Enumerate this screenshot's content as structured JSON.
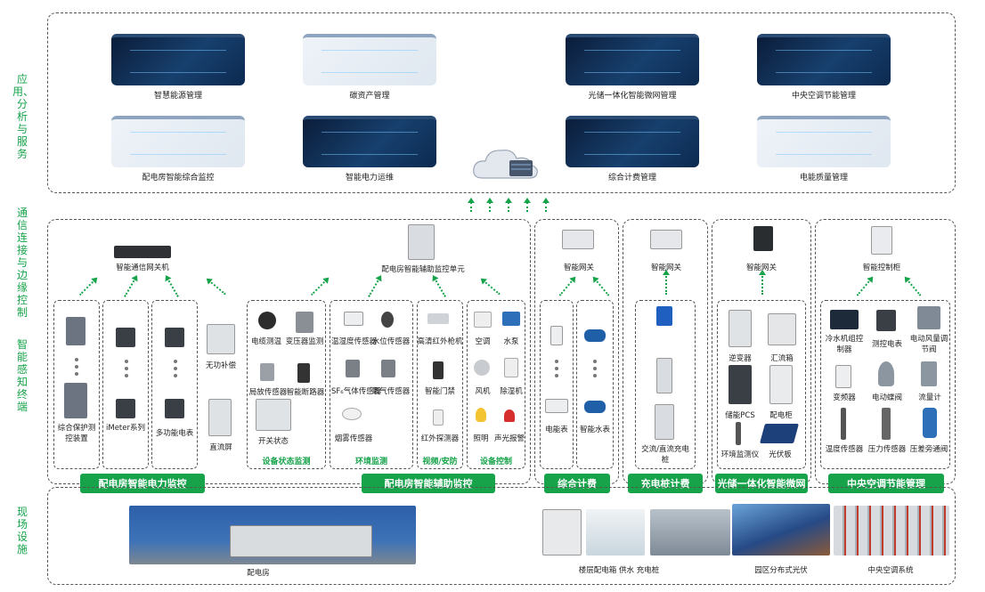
{
  "layers": {
    "app": "应用、分析与服务",
    "comm": "通信连接与边缘控制",
    "sense": "智能感知终端",
    "field": "现场设施"
  },
  "apps": [
    "智慧能源管理",
    "碳资产管理",
    "光储一体化智能微网管理",
    "中央空调节能管理",
    "配电房智能综合监控",
    "智能电力运维",
    "综合计费管理",
    "电能质量管理"
  ],
  "gateways": {
    "comm_gateway": "智能通信网关机",
    "aux_unit": "配电房智能辅助监控单元",
    "gw_billing": "智能网关",
    "gw_charge": "智能网关",
    "gw_micro": "智能网关",
    "ctrl_cabinet": "智能控制柜"
  },
  "power_devices": {
    "comprehensive": "综合保护测控装置",
    "imeter": "iMeter系列",
    "multimeter": "多功能电表",
    "reactive": "无功补偿",
    "dc_panel": "直流屏"
  },
  "status_devices": [
    "电缆测温",
    "变压器监测",
    "局放传感器",
    "智能断路器",
    "开关状态"
  ],
  "status_title": "设备状态监测",
  "env_devices": [
    "温湿度传感器",
    "水位传感器",
    "SF₆气体传感器",
    "氧气传感器",
    "烟雾传感器"
  ],
  "env_title": "环境监测",
  "video_devices": [
    "高清红外枪机",
    "智能门禁",
    "红外探测器"
  ],
  "video_title": "视频/安防",
  "control_devices": [
    "空调",
    "水泵",
    "风机",
    "除湿机",
    "照明",
    "声光报警"
  ],
  "control_title": "设备控制",
  "billing_devices": [
    "电能表",
    "智能水表"
  ],
  "charge_devices": "交流/直流充电桩",
  "micro_devices": [
    "逆变器",
    "汇流箱",
    "储能PCS",
    "配电柜",
    "环境监测仪",
    "光伏板"
  ],
  "hvac_devices": [
    "冷水机组控制器",
    "测控电表",
    "电动风量调节阀",
    "变频器",
    "电动蝶阀",
    "流量计",
    "温度传感器",
    "压力传感器",
    "压差旁通阀"
  ],
  "bands": [
    "配电房智能电力监控",
    "配电房智能辅助监控",
    "综合计费",
    "充电桩计费",
    "光储一体化智能微网",
    "中央空调节能管理"
  ],
  "field": {
    "room": "配电房",
    "billing": "楼层配电箱 供水 充电桩",
    "pv": "园区分布式光伏",
    "hvac": "中央空调系统"
  },
  "colors": {
    "accent": "#16a34a",
    "dark_screen": "#0b1d3a"
  }
}
